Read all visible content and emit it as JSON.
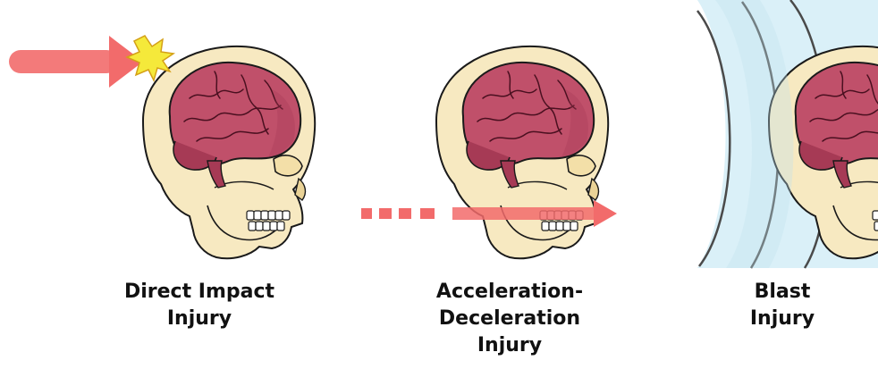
{
  "panels": [
    {
      "id": "direct",
      "caption_lines": [
        "Direct Impact",
        "Injury"
      ]
    },
    {
      "id": "accel",
      "caption_lines": [
        "Acceleration-",
        "Deceleration",
        "Injury"
      ]
    },
    {
      "id": "blast",
      "caption_lines": [
        "Blast",
        "Injury"
      ]
    }
  ],
  "colors": {
    "skull_fill": "#f7e9c1",
    "skull_stroke": "#1a1a1a",
    "brain_fill": "#c0506a",
    "brain_dark": "#a63a55",
    "arrow": "#f26b6b",
    "impact_star": "#f5e93a",
    "blast_wave": "#d6eef7",
    "blast_arc": "#4a4a4a"
  },
  "icons": [
    "impact-star-icon",
    "impact-arrow-icon",
    "motion-arrow-icon",
    "blast-wave-icon"
  ]
}
